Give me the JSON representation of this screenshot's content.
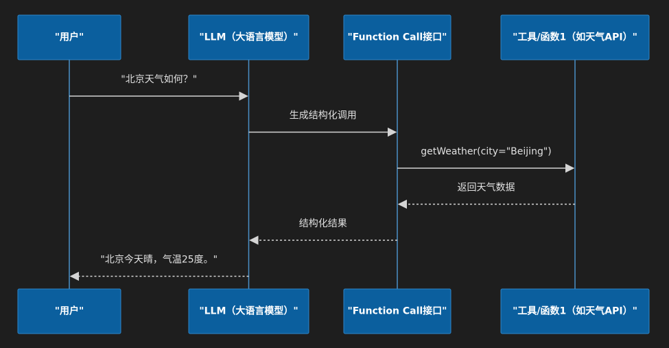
{
  "diagram": {
    "type": "sequence",
    "participants": [
      {
        "id": "user",
        "label": "\"用户\""
      },
      {
        "id": "llm",
        "label": "\"LLM（大语言模型）\""
      },
      {
        "id": "fc",
        "label": "\"Function Call接口\""
      },
      {
        "id": "tool",
        "label": "\"工具/函数1（如天气API）\""
      }
    ],
    "messages": [
      {
        "from": "user",
        "to": "llm",
        "label": "\"北京天气如何？\"",
        "style": "solid"
      },
      {
        "from": "llm",
        "to": "fc",
        "label": "生成结构化调用",
        "style": "solid"
      },
      {
        "from": "fc",
        "to": "tool",
        "label": "getWeather(city=\"Beijing\")",
        "style": "solid"
      },
      {
        "from": "tool",
        "to": "fc",
        "label": "返回天气数据",
        "style": "dashed"
      },
      {
        "from": "fc",
        "to": "llm",
        "label": "结构化结果",
        "style": "dashed"
      },
      {
        "from": "llm",
        "to": "user",
        "label": "\"北京今天晴，气温25度。\"",
        "style": "dashed"
      }
    ],
    "colors": {
      "background": "#1e1e1e",
      "actor_fill": "#0b5f9e",
      "actor_stroke": "#2f86c8",
      "lifeline": "#4a90c8",
      "message_line": "#d4d4d4",
      "text": "#e0e0e0"
    }
  }
}
